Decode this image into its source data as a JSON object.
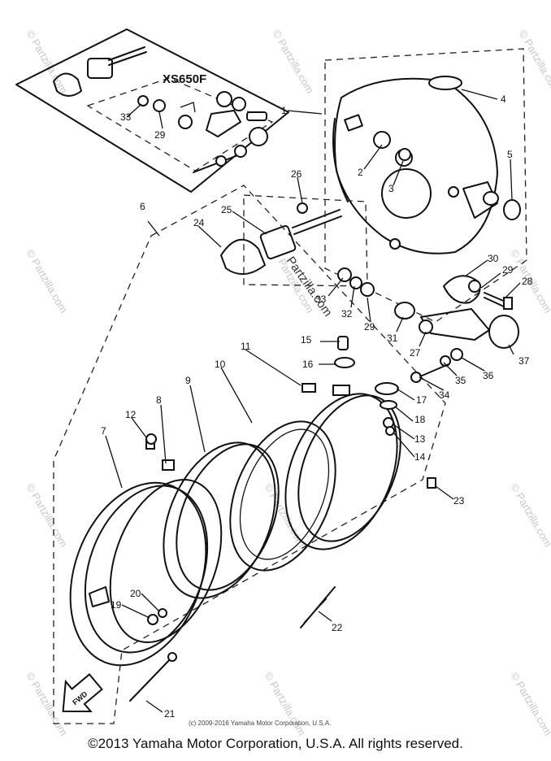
{
  "variant_label": "XS650F",
  "callouts": [
    "1",
    "2",
    "3",
    "4",
    "5",
    "6",
    "7",
    "8",
    "9",
    "10",
    "11",
    "12",
    "13",
    "14",
    "15",
    "16",
    "17",
    "18",
    "19",
    "20",
    "21",
    "22",
    "23",
    "24",
    "25",
    "26",
    "27",
    "28",
    "29",
    "29",
    "29",
    "30",
    "31",
    "32",
    "33",
    "33",
    "34",
    "35",
    "36",
    "37"
  ],
  "fwd_label": "FWD",
  "watermark_text": "© Partzilla.com",
  "center_watermark": "Partzilla.com",
  "small_copyright": "(c) 2009-2016 Yamaha Motor Corporation, U.S.A.",
  "copyright": "©2013 Yamaha Motor Corporation, U.S.A. All rights reserved."
}
